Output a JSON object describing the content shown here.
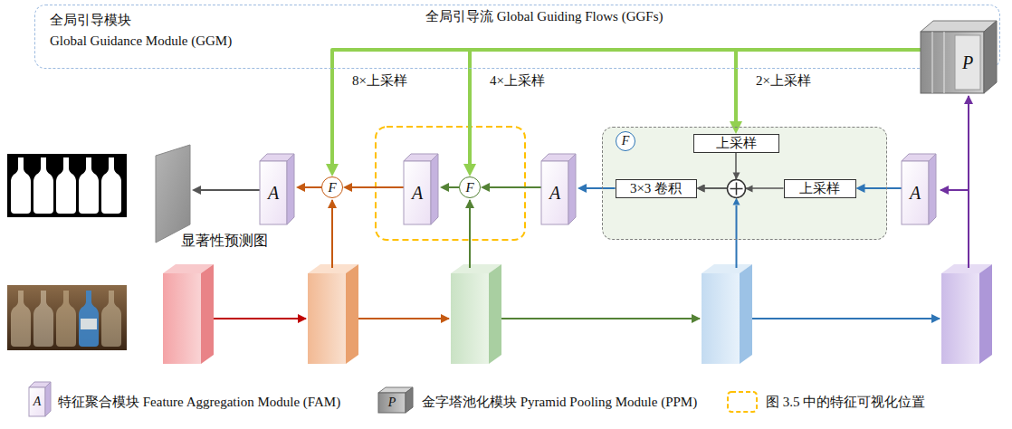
{
  "diagram": {
    "nodes": [
      {
        "text": [
          "全局引导模块",
          "Global Guidance Module (GGM)"
        ]
      },
      {
        "text": [
          "P"
        ],
        "in": 0
      },
      {
        "text": [
          "显著性预测图"
        ]
      },
      {
        "text": [
          "A"
        ]
      },
      {
        "text": [
          "F"
        ]
      },
      {
        "text": [
          "A"
        ]
      },
      {
        "text": [
          "F"
        ]
      },
      {
        "text": [
          "A"
        ]
      },
      {
        "text": [
          "F"
        ]
      },
      {
        "text": [
          "上采样"
        ],
        "in": 8
      },
      {
        "text": [
          "3×3 卷积"
        ],
        "in": 8
      },
      {
        "text": [
          "上采样"
        ],
        "in": 8
      },
      {
        "text": [
          "A"
        ]
      }
    ],
    "edges": [
      {
        "from": 1,
        "to": 4,
        "arrow": "to",
        "label": "8×上采样"
      },
      {
        "from": 1,
        "to": 6,
        "arrow": "to",
        "label": "4×上采样"
      },
      {
        "from": 1,
        "to": 9,
        "arrow": "to",
        "label": "2×上采样"
      },
      {
        "from": 12,
        "to": 11,
        "arrow": "to"
      },
      {
        "from": 11,
        "to": 10,
        "arrow": "to"
      },
      {
        "from": 9,
        "to": 10,
        "arrow": "to"
      },
      {
        "from": 10,
        "to": 7,
        "arrow": "to"
      },
      {
        "from": 7,
        "to": 6,
        "arrow": "to"
      },
      {
        "from": 6,
        "to": 5,
        "arrow": "to"
      },
      {
        "from": 5,
        "to": 4,
        "arrow": "to"
      },
      {
        "from": 4,
        "to": 3,
        "arrow": "to"
      },
      {
        "from": 3,
        "to": 2,
        "arrow": "to"
      }
    ],
    "labels": [
      "全局引导流 Global Guiding Flows (GGFs)",
      "A",
      "P"
    ],
    "legend": [
      {
        "text": "特征聚合模块 Feature Aggregation Module (FAM)"
      },
      {
        "text": "金字塔池化模块 Pyramid Pooling Module (PPM)"
      },
      {
        "text": "图 3.5 中的特征可视化位置"
      }
    ]
  }
}
